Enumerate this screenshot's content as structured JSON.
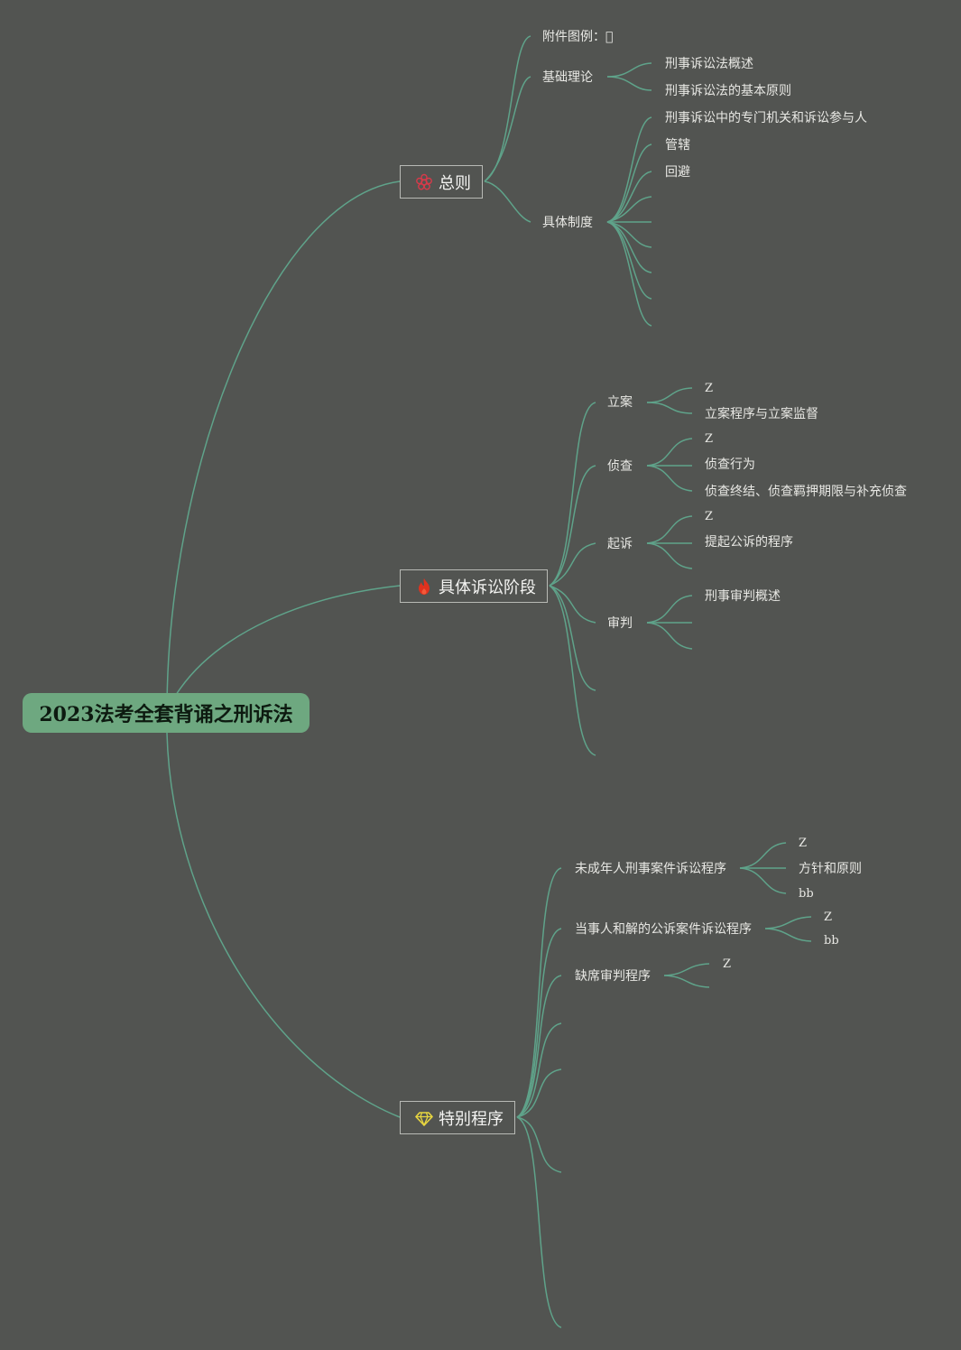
{
  "root": {
    "title": "2023法考全套背诵之刑诉法"
  },
  "colors": {
    "background": "#525451",
    "line": "#5fa38a",
    "root_fill": "#6ea880",
    "topic_border": "#b8bab5"
  },
  "topics": [
    {
      "label": "总则",
      "icon": "flower-icon",
      "icon_color": "#d63a4a",
      "children": [
        {
          "label": "附件图例：\u0000"
        },
        {
          "label": "基础理论",
          "children": [
            "刑事诉讼法概述",
            "刑事诉讼法的基本原则"
          ]
        },
        {
          "label": "具体制度",
          "children": [
            "刑事诉讼中的专门机关和诉讼参与人",
            "管辖",
            "回避",
            "",
            "",
            "",
            "",
            "",
            ""
          ]
        }
      ]
    },
    {
      "label": "具体诉讼阶段",
      "icon": "fire-icon",
      "icon_color": "#e0321e",
      "children": [
        {
          "label": "立案",
          "children": [
            "Z",
            "立案程序与立案监督"
          ]
        },
        {
          "label": "侦查",
          "children": [
            "Z",
            "侦查行为",
            "侦查终结、侦查羁押期限与补充侦查"
          ]
        },
        {
          "label": "起诉",
          "children": [
            "Z",
            "提起公诉的程序",
            ""
          ]
        },
        {
          "label": "审判",
          "children": [
            "刑事审判概述",
            "",
            ""
          ]
        },
        {
          "label": ""
        },
        {
          "label": ""
        }
      ]
    },
    {
      "label": "特别程序",
      "icon": "diamond-icon",
      "icon_color": "#e8d640",
      "children": [
        {
          "label": "未成年人刑事案件诉讼程序",
          "children": [
            "Z",
            "方针和原则",
            "bb"
          ]
        },
        {
          "label": "当事人和解的公诉案件诉讼程序",
          "children": [
            "Z",
            "bb"
          ]
        },
        {
          "label": "缺席审判程序",
          "children": [
            "Z",
            ""
          ]
        },
        {
          "label": ""
        },
        {
          "label": ""
        },
        {
          "label": ""
        },
        {
          "label": ""
        }
      ]
    }
  ]
}
